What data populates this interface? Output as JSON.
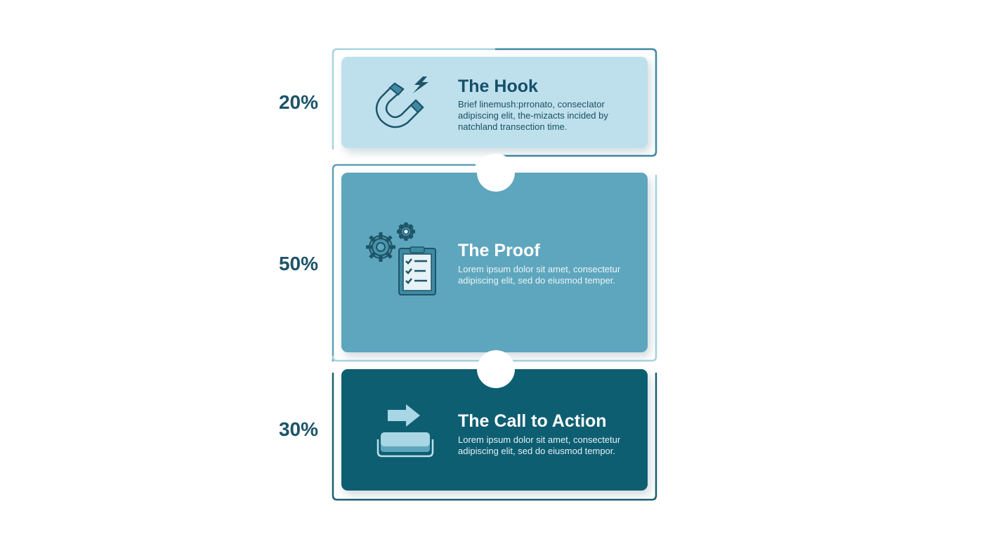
{
  "stages": [
    {
      "percent": "20%",
      "title": "The Hook",
      "description": "Brief linemush:prronato, consecIator adipiscing elit, the-mizacts incided by natchland transection time.",
      "icon": "magnet-icon",
      "color": "#bde0ec"
    },
    {
      "percent": "50%",
      "title": "The Proof",
      "description": "Lorem ipsum dolor sit amet, consectetur adipiscing elit, sed do eiusmod temper.",
      "icon": "gears-clipboard-icon",
      "color": "#5ea6bd"
    },
    {
      "percent": "30%",
      "title": "The Call to Action",
      "description": "Lorem ipsum dolor sit amet, consectetur adipiscing elit, sed do eiusmod tempor.",
      "icon": "button-arrow-icon",
      "color": "#0e5e72"
    }
  ]
}
